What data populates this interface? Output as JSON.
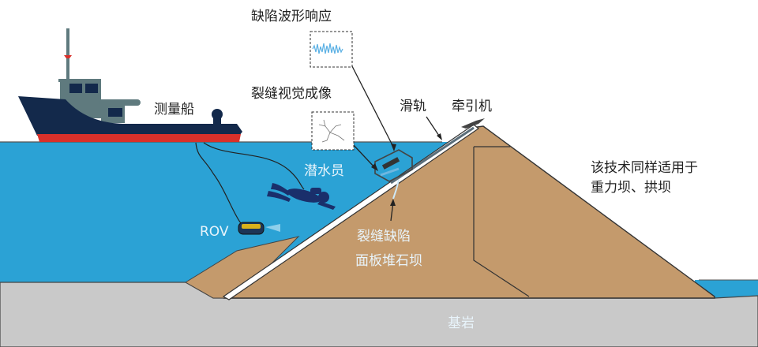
{
  "labels": {
    "ship": "测量船",
    "waveform": "缺陷波形响应",
    "visual": "裂缝视觉成像",
    "rail": "滑轨",
    "winch": "牵引机",
    "diver": "潜水员",
    "rov": "ROV",
    "crack": "裂缝缺陷",
    "dam": "面板堆石坝",
    "note_line1": "该技术同样适用于",
    "note_line2": "重力坝、拱坝",
    "bedrock": "基岩"
  },
  "colors": {
    "water": "#2ba2d5",
    "dam": "#c49a6c",
    "bedrock": "#c9c9c9",
    "hull": "#13294b",
    "hull_stripe": "#d9302a",
    "superstructure": "#5f7a7e"
  }
}
